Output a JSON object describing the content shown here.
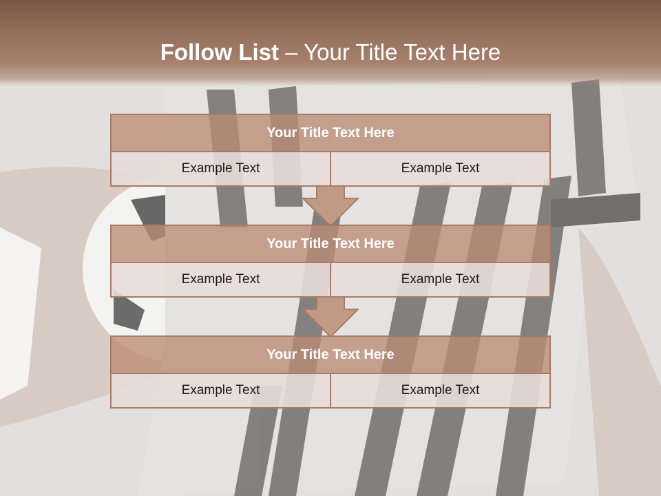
{
  "slide": {
    "title_bold": "Follow List",
    "title_rest": " – Your Title Text Here"
  },
  "steps": [
    {
      "title": "Your Title Text Here",
      "left": "Example Text",
      "right": "Example Text"
    },
    {
      "title": "Your Title Text Here",
      "left": "Example Text",
      "right": "Example Text"
    },
    {
      "title": "Your Title Text Here",
      "left": "Example Text",
      "right": "Example Text"
    }
  ],
  "colors": {
    "header": "#95705e",
    "block_fill": "#bc8c76",
    "block_border": "#a67c69",
    "cell_fill": "#e8dcd8"
  }
}
